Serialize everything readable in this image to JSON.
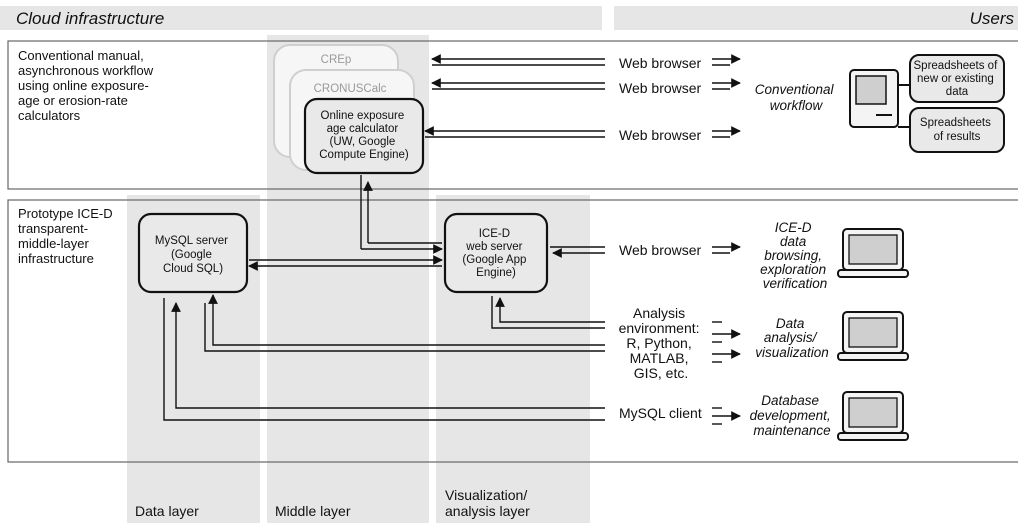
{
  "headers": {
    "cloud": "Cloud infrastructure",
    "users": "Users"
  },
  "rows": {
    "conventional": [
      "Conventional manual,",
      "asynchronous workflow",
      "using online exposure-",
      "age or erosion-rate",
      "calculators"
    ],
    "prototype": [
      "Prototype ICE-D",
      "transparent-",
      "middle-layer",
      "infrastructure"
    ]
  },
  "boxes": {
    "crep": "CREp",
    "cronus": "CRONUSCalc",
    "online_calc": [
      "Online exposure",
      "age calculator",
      "(UW, Google",
      "Compute Engine)"
    ],
    "mysql": [
      "MySQL server",
      "(Google",
      "Cloud SQL)"
    ],
    "iced_server": [
      "ICE-D",
      "web server",
      "(Google App",
      "Engine)"
    ],
    "spreadsheets_in": [
      "Spreadsheets of",
      "new or existing",
      "data"
    ],
    "spreadsheets_out": [
      "Spreadsheets",
      "of results"
    ]
  },
  "channels": {
    "web_browser": "Web browser",
    "analysis_env": [
      "Analysis",
      "environment:",
      "R, Python,",
      "MATLAB,",
      "GIS, etc."
    ],
    "mysql_client": "MySQL client"
  },
  "users": {
    "conventional": [
      "Conventional",
      "workflow"
    ],
    "browsing": [
      "ICE-D",
      "data",
      "browsing,",
      "exploration",
      "verification"
    ],
    "analysis": [
      "Data",
      "analysis/",
      "visualization"
    ],
    "database": [
      "Database",
      "development,",
      "maintenance"
    ]
  },
  "layers": {
    "data": "Data layer",
    "middle": "Middle layer",
    "vis": [
      "Visualization/",
      "analysis layer"
    ]
  }
}
